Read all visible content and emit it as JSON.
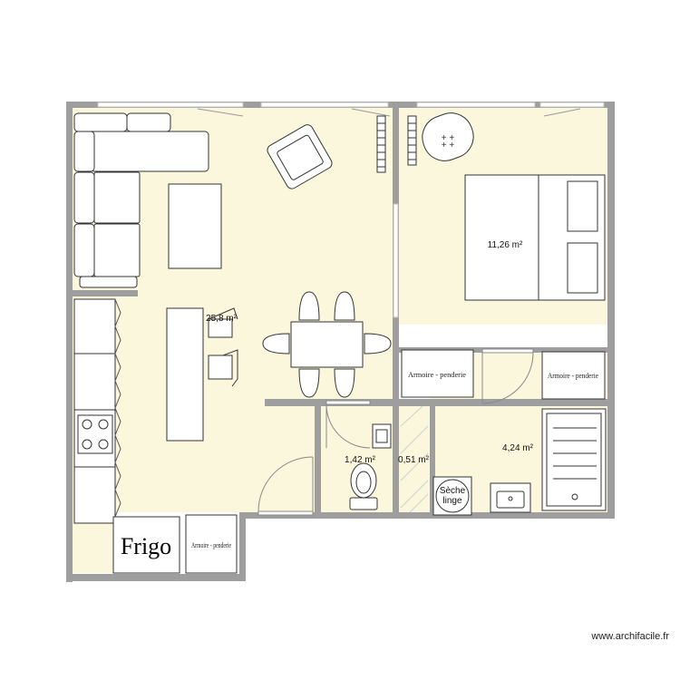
{
  "plan": {
    "rooms": [
      {
        "name": "living",
        "area": "25,8 m²"
      },
      {
        "name": "bedroom",
        "area": "11,26 m²"
      },
      {
        "name": "wc",
        "area": "1,42 m²"
      },
      {
        "name": "closet",
        "area": "0,51 m²"
      },
      {
        "name": "bathroom",
        "area": "4,24 m²"
      }
    ],
    "furniture": {
      "fridge": "Frigo",
      "wardrobe_bedroom": "Armoire - penderie",
      "wardrobe_bath": "Armoire - penderie",
      "wardrobe_entry": "Armoire - penderie",
      "dryer_line1": "Sèche",
      "dryer_line2": "linge"
    },
    "colors": {
      "wall": "#9e9e9e",
      "floor": "#fbf7dc",
      "furniture": "#ffffff",
      "stroke": "#333333"
    }
  },
  "footer": {
    "credit": "www.archifacile.fr"
  }
}
